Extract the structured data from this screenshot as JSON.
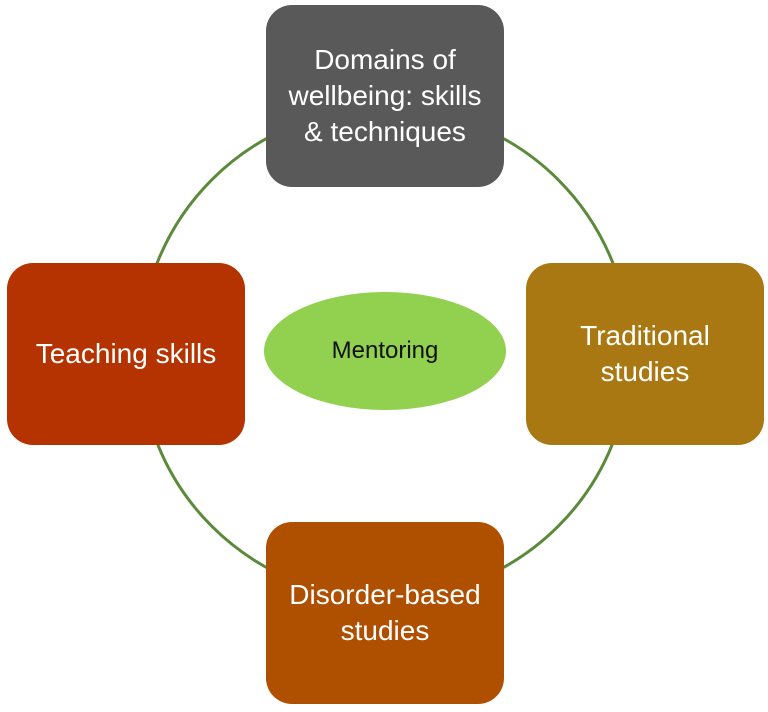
{
  "diagram": {
    "colors": {
      "ring": "#5b8a3a",
      "top": "#595959",
      "right": "#aa7812",
      "bottom": "#af4f00",
      "left": "#b43300",
      "center": "#92d050"
    },
    "nodes": {
      "top": "Domains of\nwellbeing: skills\n& techniques",
      "right": "Traditional\nstudies",
      "bottom": "Disorder-based\nstudies",
      "left": "Teaching skills",
      "center": "Mentoring"
    }
  }
}
